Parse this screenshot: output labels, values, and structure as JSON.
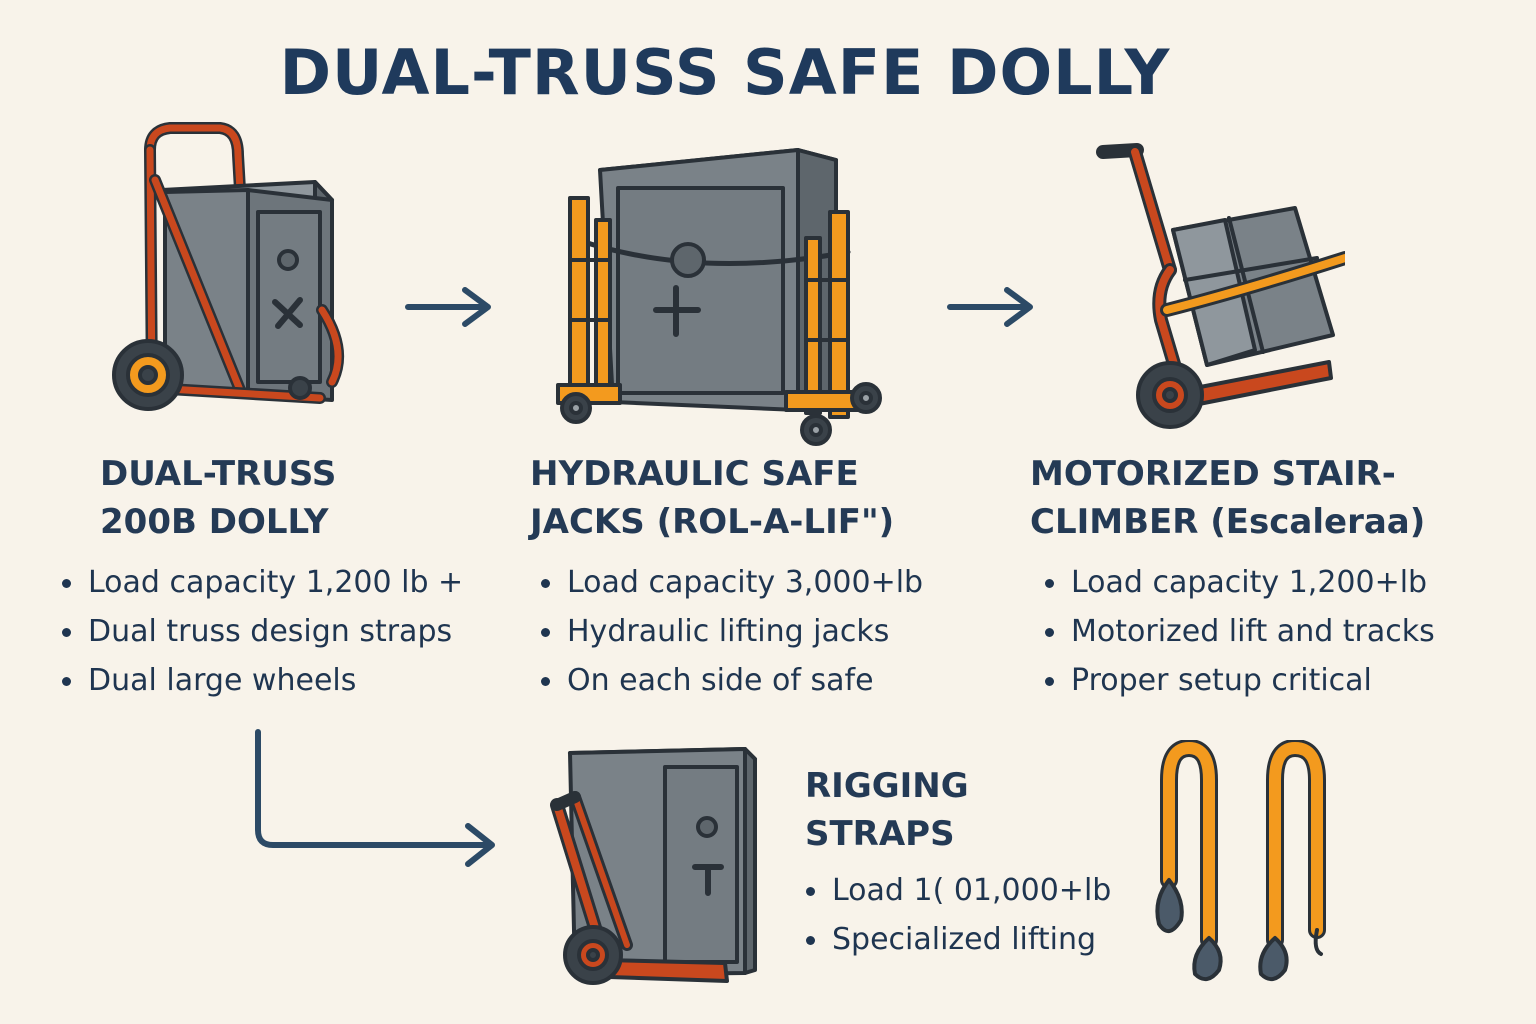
{
  "title": "DUAL-TRUSS SAFE DOLLY",
  "colors": {
    "background": "#f8f3ea",
    "text": "#1f3a5c",
    "safe": "#7a8288",
    "frame_red": "#c9481e",
    "frame_orange": "#f39a1e",
    "outline": "#2a3138"
  },
  "sections": [
    {
      "heading": "DUAL-TRUSS\n200B DOLLY",
      "bullets": [
        "Load capacity 1,200 lb +",
        "Dual truss design  straps",
        "Dual large wheels"
      ]
    },
    {
      "heading": "HYDRAULIC SAFE\nJACKS (ROL-A-LIF\")",
      "bullets": [
        "Load capacity 3,000+lb",
        "Hydraulic lifting jacks",
        "On each side of safe"
      ]
    },
    {
      "heading": "MOTORIZED STAIR-\nCLIMBER (Escaleraa)",
      "bullets": [
        "Load capacity 1,200+lb",
        "Motorized lift and tracks",
        "Proper setup critical"
      ]
    },
    {
      "heading": "RIGGING\nSTRAPS",
      "bullets": [
        "Load 1( 01,000+lb",
        "Specialized lifting"
      ]
    }
  ],
  "icons": {
    "dolly": "safe-dolly-icon",
    "jacks": "hydraulic-jacks-icon",
    "stairclimber": "stair-climber-icon",
    "rigging_dolly": "rigging-dolly-icon",
    "straps": "rigging-straps-icon",
    "arrow": "arrow-right-icon"
  }
}
